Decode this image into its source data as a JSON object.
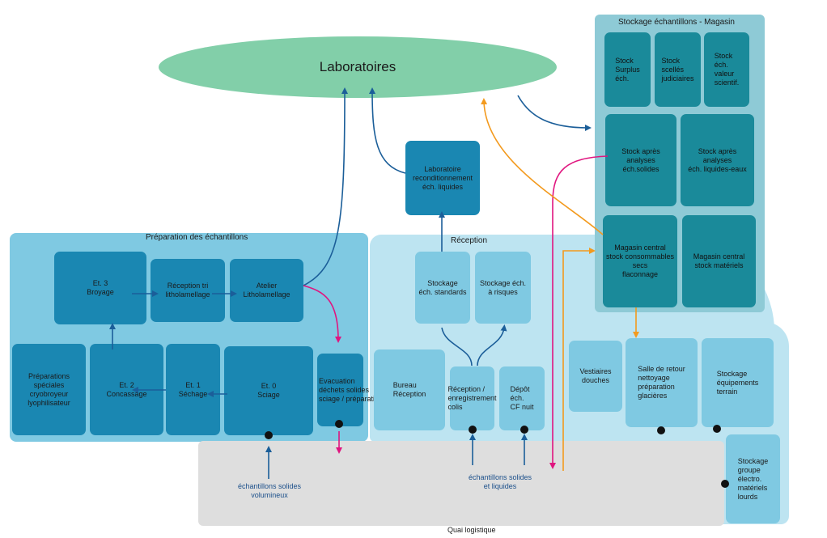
{
  "laboratoires": "Laboratoires",
  "storage": {
    "title": "Stockage échantillons - Magasin",
    "surplus": "Stock\nSurplus\néch.",
    "scelles": "Stock\nscellés\njudiciaires",
    "valeur": "Stock\néch.\nvaleur\nscientif.",
    "apres_solides": "Stock après\nanalyses\néch.solides",
    "apres_liquides": "Stock après\nanalyses\néch. liquides-eaux",
    "magasin_consommables": "Magasin central\nstock consommables\nsecs\nflaconnage",
    "magasin_materiels": "Magasin central\nstock matériels"
  },
  "lab_recond": "Laboratoire\nreconditionnement\néch. liquides",
  "preparation": {
    "title": "Préparation des échantillons",
    "broyage": "Et. 3\nBroyage",
    "reception_tri": "Réception tri\nlitholamellage",
    "atelier": "Atelier\nLitholamellage",
    "speciales": "Préparations\nspéciales\ncryobroyeur\nlyophilisateur",
    "concassage": "Et. 2\nConcassage",
    "sechage": "Et. 1\nSéchage",
    "sciage": "Et. 0\nSciage",
    "evacuation": "Evacuation\ndéchets solides\nsciage / préparation"
  },
  "reception": {
    "title": "Réception",
    "standards": "Stockage\néch. standards",
    "risques": "Stockage éch.\nà risques",
    "bureau": "Bureau\nRéception",
    "enregistrement": "Réception /\nenregistrement\ncolis",
    "depot": "Dépôt\néch.\nCF nuit"
  },
  "right": {
    "vestiaires": "Vestiaires\ndouches",
    "salle": "Salle de retour\nnettoyage\npréparation\nglacières",
    "equipements": "Stockage\néquipements\nterrain",
    "groupe": "Stockage\ngroupe\nélectro.\nmatériels\nlourds"
  },
  "inputs": {
    "volumineux": "échantillons solides\nvolumineux",
    "solides_liquides": "échantillons solides\net liquides"
  },
  "quai": "Quai logistique",
  "colors": {
    "dark_blue": "#1a87b2",
    "light_blue": "#7fc9e2",
    "teal": "#1a8a9a",
    "arrow_blue": "#1b5e99",
    "magenta": "#e0157f",
    "orange": "#f39a1e",
    "quai_grey": "#dedede",
    "ellipse_green": "#82cfa9"
  }
}
